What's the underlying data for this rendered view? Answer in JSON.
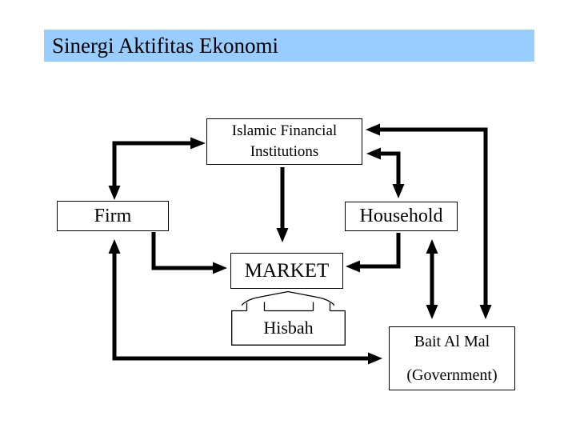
{
  "slide": {
    "title": "Sinergi Aktifitas Ekonomi"
  },
  "colors": {
    "title_bg": "#99CCFF",
    "box_bg": "#FFFFFF",
    "line": "#000000",
    "text": "#000000"
  },
  "diagram": {
    "type": "flow-diagram",
    "nodes": {
      "ifi": {
        "line1": "Islamic Financial",
        "line2": "Institutions"
      },
      "firm": {
        "label": "Firm"
      },
      "household": {
        "label": "Household"
      },
      "market": {
        "label": "MARKET"
      },
      "hisbah": {
        "label": "Hisbah"
      },
      "bait": {
        "line1": "Bait Al Mal",
        "line2": "(Government)"
      }
    },
    "edges": [
      {
        "from": "firm",
        "to": "islamic-financial-institutions",
        "style": "elbow",
        "arrows": "both-ends"
      },
      {
        "from": "islamic-financial-institutions",
        "to": "market",
        "style": "straight-vertical",
        "arrows": "end"
      },
      {
        "from": "islamic-financial-institutions",
        "to": "household",
        "style": "elbow",
        "arrows": "both-ends"
      },
      {
        "from": "islamic-financial-institutions",
        "to": "bait-al-mal-government",
        "style": "elbow-outer-right",
        "arrows": "both-ends"
      },
      {
        "from": "firm",
        "to": "market",
        "style": "elbow",
        "arrows": "end"
      },
      {
        "from": "household",
        "to": "market",
        "style": "elbow",
        "arrows": "end"
      },
      {
        "from": "household",
        "to": "bait-al-mal-government",
        "style": "straight-vertical",
        "arrows": "both-ends"
      },
      {
        "from": "firm",
        "to": "bait-al-mal-government",
        "style": "elbow-bottom",
        "arrows": "both-ends"
      },
      {
        "from": "hisbah",
        "to": "market",
        "style": "chevron-brace-outline",
        "arrows": "none"
      }
    ]
  }
}
